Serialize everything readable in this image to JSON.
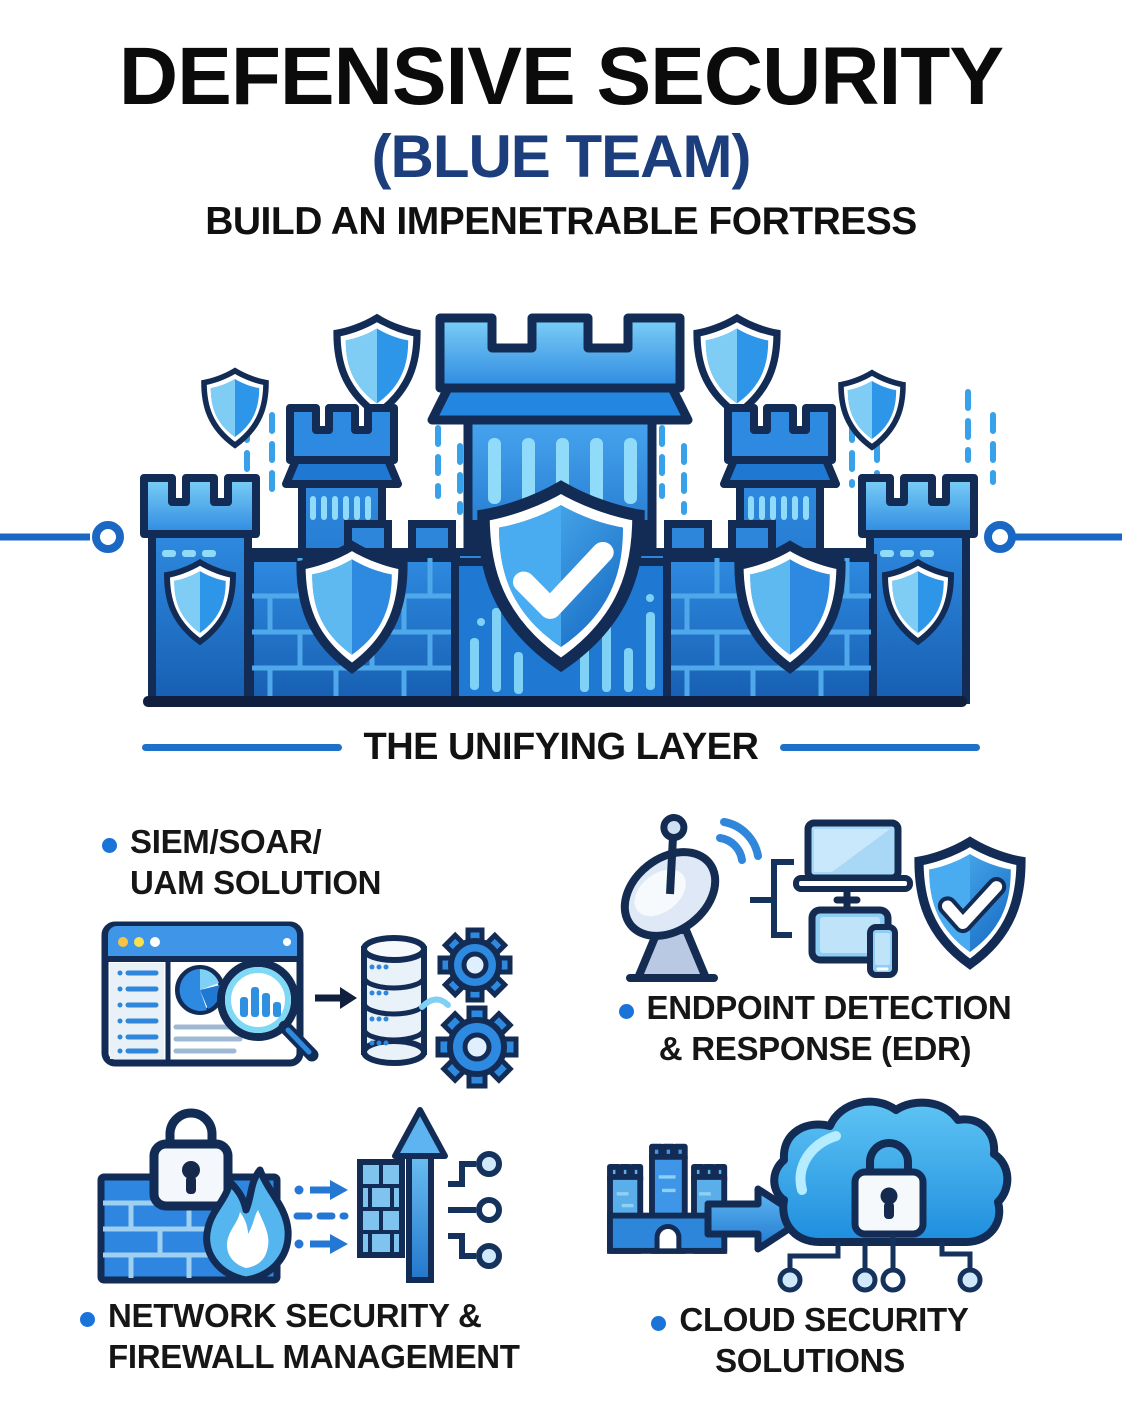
{
  "title": {
    "line1": "DEFENSIVE SECURITY",
    "line2": "(BLUE TEAM)",
    "line3": "BUILD AN IMPENETRABLE FORTRESS"
  },
  "divider": {
    "label": "THE UNIFYING LAYER"
  },
  "sections": {
    "siem": {
      "line1": "SIEM/SOAR/",
      "line2": "UAM SOLUTION"
    },
    "edr": {
      "line1": "ENDPOINT DETECTION",
      "line2": "& RESPONSE (EDR)"
    },
    "network": {
      "line1": "NETWORK SECURITY &",
      "line2": "FIREWALL MANAGEMENT"
    },
    "cloud": {
      "line1": "CLOUD SECURITY",
      "line2": "SOLUTIONS"
    }
  },
  "icons": {
    "fortress": [
      "castle-fortress",
      "shield-check-center",
      "floating-shields",
      "connector-nodes",
      "data-stream-dashes"
    ],
    "siem": [
      "dashboard-window",
      "pie-chart",
      "magnifier-bar-chart",
      "flow-arrow",
      "database-stack",
      "gears"
    ],
    "edr": [
      "satellite-dish",
      "signal-waves",
      "laptop",
      "plus-sign",
      "tablet",
      "phone",
      "shield-check"
    ],
    "network": [
      "firewall-bricks",
      "padlock",
      "flame",
      "traffic-arrows",
      "filter-wall",
      "up-arrow",
      "circuit-nodes"
    ],
    "cloud": [
      "mini-castle",
      "right-arrow",
      "cloud-with-padlock",
      "circuit-nodes"
    ]
  },
  "colors": {
    "accent_blue": "#1a73d9",
    "navy_outline": "#132c55",
    "title_navy": "#1c3e7d",
    "bright_blue": "#2e8ae0",
    "light_blue": "#7fd2f6",
    "text_black": "#0d0d0d",
    "background": "#ffffff"
  }
}
